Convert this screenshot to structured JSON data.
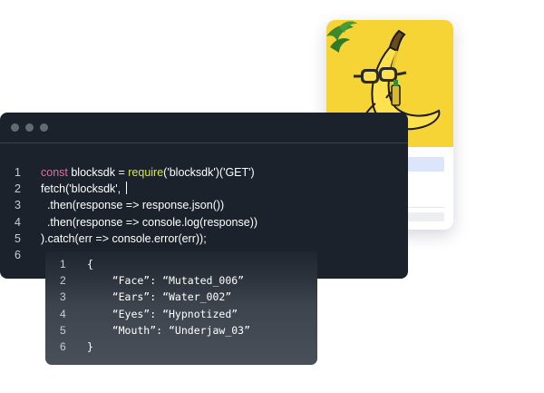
{
  "card": {
    "art_icon": "banana-with-goggles-icon",
    "accent": "#f7d436"
  },
  "code_editor": {
    "lines": [
      {
        "n": "1",
        "tokens": [
          {
            "cls": "kw",
            "t": "const "
          },
          {
            "cls": "var",
            "t": "blocksdk "
          },
          {
            "cls": "op",
            "t": "= "
          },
          {
            "cls": "fn",
            "t": "require"
          },
          {
            "cls": "plain",
            "t": "('blocksdk')('GET')"
          }
        ]
      },
      {
        "n": "2",
        "tokens": [
          {
            "cls": "plain",
            "t": "fetch('blocksdk', "
          }
        ],
        "caret": true
      },
      {
        "n": "3",
        "tokens": [
          {
            "cls": "plain",
            "t": "  .then(response => response.json())"
          }
        ]
      },
      {
        "n": "4",
        "tokens": [
          {
            "cls": "plain",
            "t": "  .then(response => console.log(response))"
          }
        ]
      },
      {
        "n": "5",
        "tokens": [
          {
            "cls": "plain",
            "t": ").catch(err => console.error(err));"
          }
        ]
      },
      {
        "n": "6",
        "tokens": []
      }
    ]
  },
  "response": {
    "lines": [
      {
        "n": "1",
        "text": "{"
      },
      {
        "n": "2",
        "text": "    “Face”: “Mutated_006”"
      },
      {
        "n": "3",
        "text": "    “Ears”: “Water_002”"
      },
      {
        "n": "4",
        "text": "    “Eyes”: “Hypnotized”"
      },
      {
        "n": "5",
        "text": "    “Mouth”: “Underjaw_03”"
      },
      {
        "n": "6",
        "text": "}"
      }
    ]
  }
}
